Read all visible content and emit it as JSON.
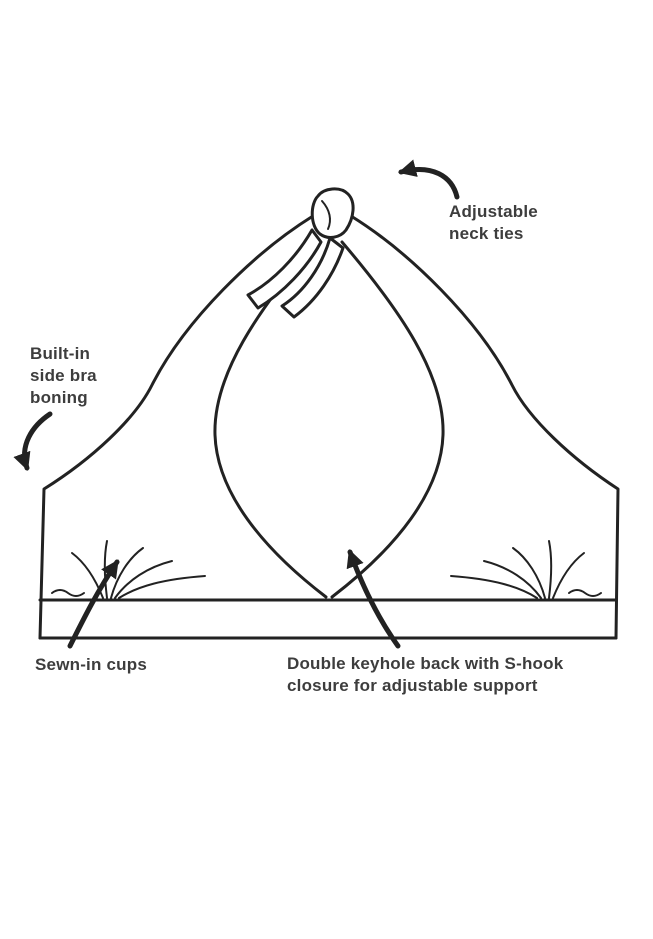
{
  "colors": {
    "line": "#222222",
    "text": "#3d3d3d",
    "background": "#ffffff"
  },
  "diagram": {
    "type": "annotated-product-diagram",
    "subject": "halter swim top line drawing",
    "labels": {
      "neck_ties": "Adjustable neck ties",
      "boning": "Built-in side bra boning",
      "cups": "Sewn-in cups",
      "keyhole": "Double keyhole back with S-hook closure for adjustable support"
    }
  }
}
